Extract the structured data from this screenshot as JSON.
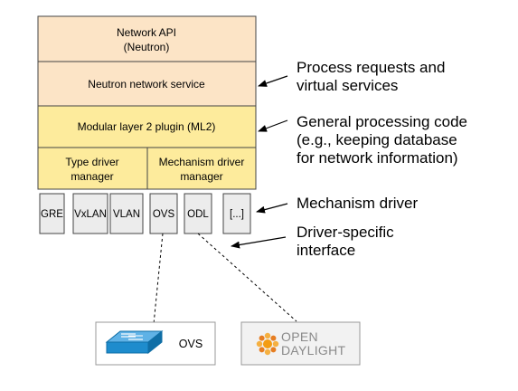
{
  "layers": {
    "network_api": [
      "Network API",
      "(Neutron)"
    ],
    "neutron_service": "Neutron network service",
    "ml2": "Modular layer 2 plugin (ML2)",
    "type_driver_manager": [
      "Type driver",
      "manager"
    ],
    "mechanism_driver_manager": [
      "Mechanism driver",
      "manager"
    ]
  },
  "drivers": [
    "GRE",
    "VxLAN",
    "VLAN",
    "OVS",
    "ODL",
    "[...]"
  ],
  "annotations": {
    "process": [
      "Process requests and",
      "virtual services"
    ],
    "general": [
      "General processing code",
      "(e.g., keeping database",
      "for network information)"
    ],
    "mechanism": "Mechanism driver",
    "driver_specific": [
      "Driver-specific",
      "interface"
    ]
  },
  "nodes": {
    "ovs_label": "OVS",
    "odl_logo_top": "OPEN",
    "odl_logo_bottom": "DAYLIGHT"
  },
  "colors": {
    "peach": "#fce4c6",
    "yellow": "#fdeb9c",
    "driver_gray": "#ececec",
    "stroke": "#444444",
    "switch_blue": "#1e8ccd",
    "odl_orange": "#f39c12",
    "odl_gray": "#8a8a8a"
  }
}
